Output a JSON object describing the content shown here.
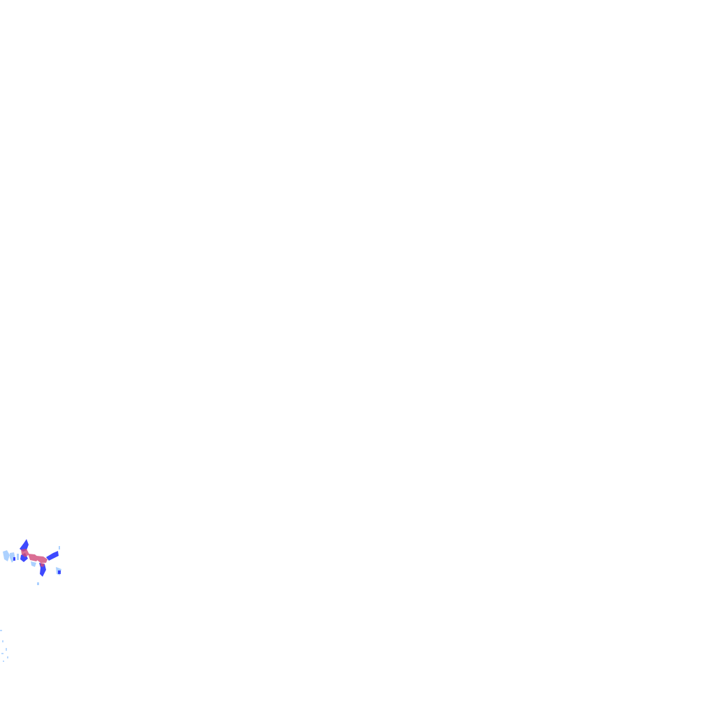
{
  "map": {
    "background": "#ffffff",
    "layer": "precipitation-radar-overlay",
    "palette": {
      "light_rain": "#9ec9ff",
      "moderate_rain": "#2a36ff",
      "heavy_rain": "#d24a7a"
    },
    "echoes": [
      {
        "name": "main-echo-cluster",
        "intensity": "heavy"
      },
      {
        "name": "small-echo-east",
        "intensity": "light"
      },
      {
        "name": "faint-echo-southwest",
        "intensity": "light"
      }
    ]
  }
}
